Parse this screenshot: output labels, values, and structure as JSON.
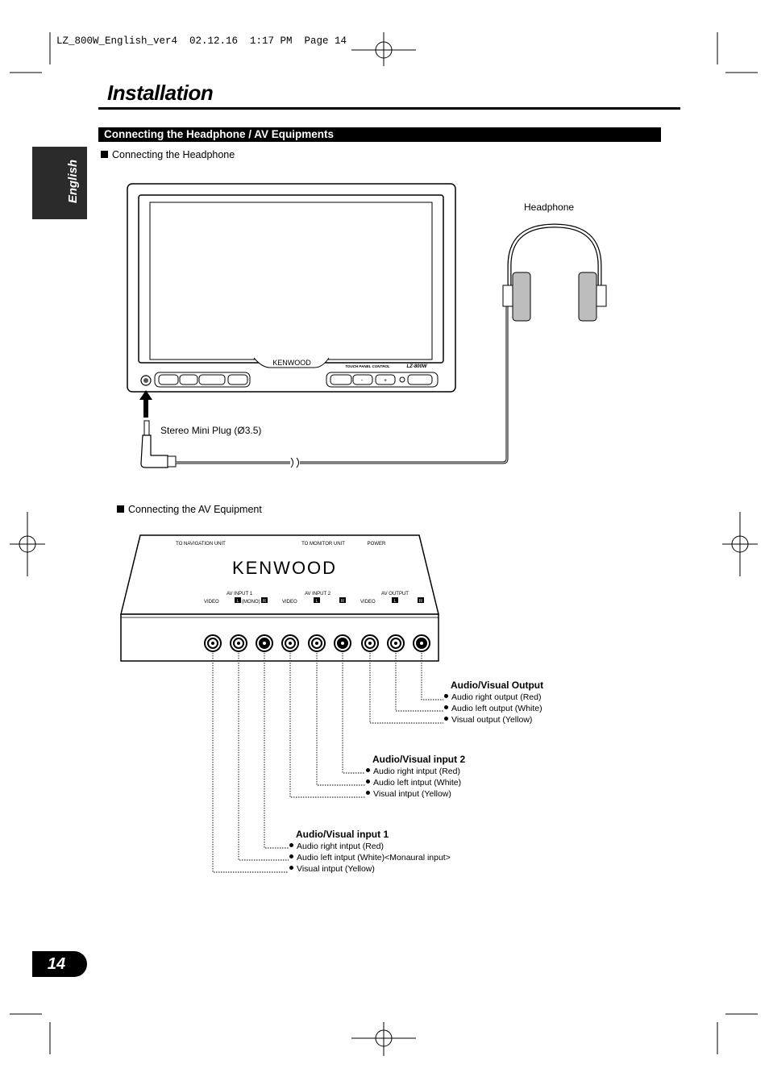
{
  "header": {
    "file_line": "LZ_800W_English_ver4  02.12.16  1:17 PM  Page 14"
  },
  "page": {
    "title": "Installation",
    "section_title": "Connecting the Headphone / AV Equipments",
    "sidebar_label": "English",
    "page_number": "14"
  },
  "headphone": {
    "subheading": "Connecting the Headphone",
    "headphone_label": "Headphone",
    "plug_label": "Stereo Mini Plug (Ø3.5)",
    "monitor_brand": "KENWOOD",
    "monitor_model": "LZ-800W",
    "monitor_subtitle": "TOUCH PANEL CONTROL"
  },
  "av": {
    "subheading": "Connecting the AV Equipment",
    "unit_brand": "KENWOOD",
    "top_labels": {
      "nav": "TO NAVIGATION UNIT",
      "monitor": "TO MONITOR UNIT",
      "power": "POWER"
    },
    "group_labels": {
      "input1": "AV INPUT 1",
      "input2": "AV INPUT 2",
      "output": "AV OUTPUT"
    },
    "jack_labels": {
      "video": "VIDEO",
      "left": "L",
      "right": "R",
      "mono": "(MONO)"
    },
    "groups": [
      {
        "title": "Audio/Visual Output",
        "items": [
          "Audio right output (Red)",
          "Audio left output (White)",
          "Visual output (Yellow)"
        ]
      },
      {
        "title": "Audio/Visual input 2",
        "items": [
          "Audio right intput (Red)",
          "Audio left intput (White)",
          "Visual intput (Yellow)"
        ]
      },
      {
        "title": "Audio/Visual input 1",
        "items": [
          "Audio right intput (Red)",
          "Audio left intput (White)<Monaural input>",
          "Visual intput (Yellow)"
        ]
      }
    ]
  }
}
